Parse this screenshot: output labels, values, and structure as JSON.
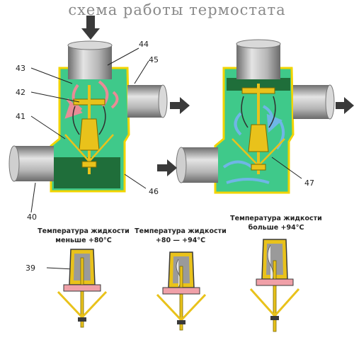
{
  "title": "схема работы термостата",
  "callouts": {
    "n39": "39",
    "n40": "40",
    "n41": "41",
    "n42": "42",
    "n43": "43",
    "n44": "44",
    "n45": "45",
    "n46": "46",
    "n47": "47"
  },
  "captions": {
    "cold": {
      "line1": "Температура жидкости",
      "line2": "меньше  +80°C"
    },
    "mid": {
      "line1": "Температура жидкости",
      "line2": "+80 — +94°C"
    },
    "hot": {
      "line1": "Температура жидкости",
      "line2": "больше  +94°C"
    }
  },
  "colors": {
    "housing": "#3fc98a",
    "housing_dark": "#1f6e3a",
    "housing_outline": "#f2d400",
    "pipe": "#b9b9b9",
    "arrow_dark": "#3a3a3a",
    "flow_pink": "#e98b96",
    "flow_blue": "#6fb6e6",
    "valve_yellow": "#e9c21b",
    "wax_grey": "#9a9a9a",
    "seal_pink": "#f0a0a8"
  }
}
